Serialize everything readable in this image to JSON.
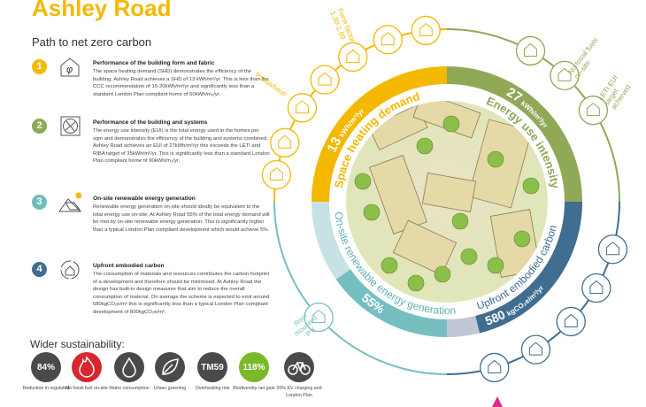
{
  "header": {
    "title": "Ashley Road",
    "subtitle": "Path to net zero carbon"
  },
  "sections": [
    {
      "number": "1",
      "color": "#f5b800",
      "icon": "house-leaf-icon",
      "heading": "Performance of the building form and fabric",
      "body": "The space heating demand (SHD) demonstrates the efficiency of the building. Ashley Road achieves a SHD of 13 kWh/m²/yr. This is less than the CCC recommendation of 15-20kWh/m²/yr and significantly less than a standard London Plan compliant home of 50kWh/m₂/yr."
    },
    {
      "number": "2",
      "color": "#8fa957",
      "icon": "fan-icon",
      "heading": "Performance of the building and systems",
      "body": "The energy use intensity (EUI) is the total energy used in the homes per sqm and demonstrates the efficiency of the building and systems combined. Ashley Road achieves an EUI of 27kWh/m²/yr this exceeds the LETI and RIBA target of 35kWh/m²/yr.  This is significantly less than a standard London Plan compliant home of 90kWh/m₂/yr."
    },
    {
      "number": "3",
      "color": "#6fbcbc",
      "icon": "solar-panel-icon",
      "heading": "On-site renewable energy generation",
      "body": "Renewable energy generation on-site should ideally be equivalent to the total energy use on-site. At Ashley Road 55% of the total energy demand will be met by on-site renewable energy generation. This is significantly higher than a typical London Plan compliant development which would achieve 5%."
    },
    {
      "number": "4",
      "color": "#3f6e90",
      "icon": "house-cycle-icon",
      "heading": "Upfront embodied carbon",
      "body": "The consumption of materials and resources contributes the carbon footprint of a development and therefore should be minimised. At Ashley Road the design has built-in design measures that aim to reduce the overall consumption of material. On average the scheme is expected to emit around 580kgCO₂e/m² this is significantly less than a typical London Plan compliant development of 800kgCO₂e/m²."
    }
  ],
  "wider": {
    "title": "Wider sustainability:",
    "items": [
      {
        "value": "84%",
        "label": "Reduction in regulated",
        "bg": "#4a4a4a",
        "icon": ""
      },
      {
        "value": "",
        "label": "No fossil fuel on-site",
        "bg": "#d9262e",
        "icon": "flame-icon"
      },
      {
        "value": "",
        "label": "Water consumption",
        "bg": "#4a4a4a",
        "icon": "water-drop-icon"
      },
      {
        "value": "",
        "label": "Urban greening",
        "bg": "#4a4a4a",
        "icon": "leaf-icon"
      },
      {
        "value": "TM59",
        "label": "Overheating risk",
        "bg": "#4a4a4a",
        "icon": ""
      },
      {
        "value": "118%",
        "label": "Biodiversity net gain",
        "bg": "#7ab929",
        "icon": ""
      },
      {
        "value": "",
        "label": "20% EV charging and London Plan",
        "bg": "#4a4a4a",
        "icon": "bicycle-icon"
      }
    ]
  },
  "ring": {
    "space_heating": {
      "value": "13",
      "unit": "kWh/m²/yr",
      "label": "Space heating demand",
      "color": "#f5b800"
    },
    "energy_use": {
      "value": "27",
      "unit": "kWh/m²/yr",
      "label": "Energy use intensity",
      "color": "#8fa957"
    },
    "renewable": {
      "value": "55%",
      "label": "On-site renewable energy generation",
      "color": "#76bfc0",
      "percent": 55,
      "light": "#c7e2e4"
    },
    "embodied": {
      "value": "580",
      "unit": "kgCO₂e/m²/yr",
      "label": "Upfront embodied carbon",
      "color": "#3f6e90"
    },
    "gap_color": "#c0c6d4"
  },
  "outer_labels": {
    "passivhaus": "Passivhaus",
    "form_factor": "Form factor\n1.30-1.89",
    "no_fossil": "No fossil fuels\non-site",
    "leti": "LETI EUI\ntarget\nachieved",
    "roof_pv": "Roof\nmounted\nPV"
  },
  "outer_icons": [
    {
      "name": "sun-icon",
      "group": "yellow"
    },
    {
      "name": "insulation-coil-icon",
      "group": "yellow"
    },
    {
      "name": "passivhaus-house-icon",
      "group": "yellow"
    },
    {
      "name": "house-outline-icon",
      "group": "yellow"
    },
    {
      "name": "form-factor-house-icon",
      "group": "yellow"
    },
    {
      "name": "house-measure-icon",
      "group": "yellow"
    },
    {
      "name": "column-icon",
      "group": "yellow"
    },
    {
      "name": "wind-icon",
      "group": "green"
    },
    {
      "name": "factory-icon",
      "group": "green"
    },
    {
      "name": "ventilation-unit-icon",
      "group": "green"
    },
    {
      "name": "paint-roller-icon",
      "group": "blue"
    },
    {
      "name": "window-icon",
      "group": "blue"
    },
    {
      "name": "bricks-icon",
      "group": "blue"
    },
    {
      "name": "timber-frame-icon",
      "group": "blue"
    },
    {
      "name": "roof-truss-icon",
      "group": "blue"
    },
    {
      "name": "solar-pv-icon",
      "group": "teal"
    }
  ]
}
